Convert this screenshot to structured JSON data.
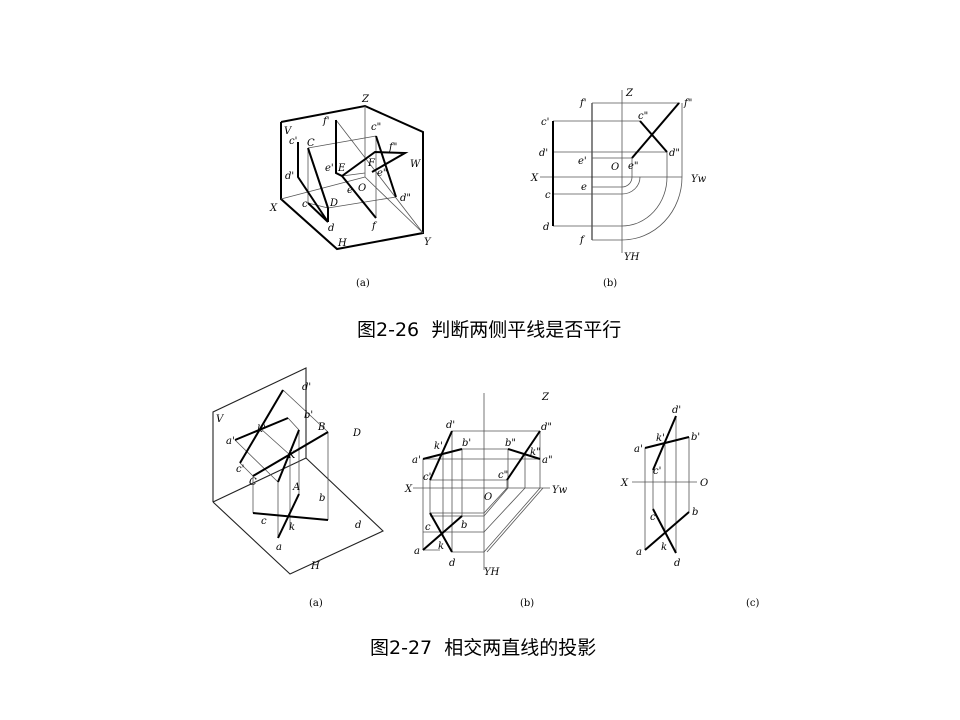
{
  "figure_2_26": {
    "title": "图2-26  判断两侧平线是否平行",
    "a": {
      "caption": "(a)",
      "labels": [
        "Z",
        "V",
        "c'",
        "C",
        "f'",
        "c\"",
        "f\"",
        "d'",
        "e'",
        "E",
        "F",
        "W",
        "e\"",
        "e",
        "O",
        "d\"",
        "X",
        "c",
        "D",
        "d",
        "f",
        "H",
        "Y"
      ]
    },
    "b": {
      "caption": "(b)",
      "labels": [
        "Z",
        "f'",
        "f\"",
        "c'",
        "c\"",
        "d'",
        "d\"",
        "e'",
        "O",
        "e\"",
        "X",
        "Yw",
        "e",
        "c",
        "d",
        "f",
        "YH"
      ]
    }
  },
  "figure_2_27": {
    "title": "图2-27  相交两直线的投影",
    "a": {
      "caption": "(a)",
      "labels": [
        "d'",
        "V",
        "b'",
        "k'",
        "B",
        "D",
        "a'",
        "K",
        "c'",
        "C",
        "A",
        "b",
        "c",
        "d",
        "k",
        "a",
        "H"
      ]
    },
    "b": {
      "caption": "(b)",
      "labels": [
        "Z",
        "d'",
        "d\"",
        "k'",
        "b'",
        "b\"",
        "k\"",
        "a'",
        "a\"",
        "c'",
        "c\"",
        "X",
        "O",
        "Yw",
        "c",
        "b",
        "a",
        "k",
        "d",
        "YH"
      ]
    },
    "c": {
      "caption": "(c)",
      "labels": [
        "d'",
        "k'",
        "b'",
        "a'",
        "c'",
        "X",
        "O",
        "b",
        "c",
        "k",
        "a",
        "d"
      ]
    }
  }
}
